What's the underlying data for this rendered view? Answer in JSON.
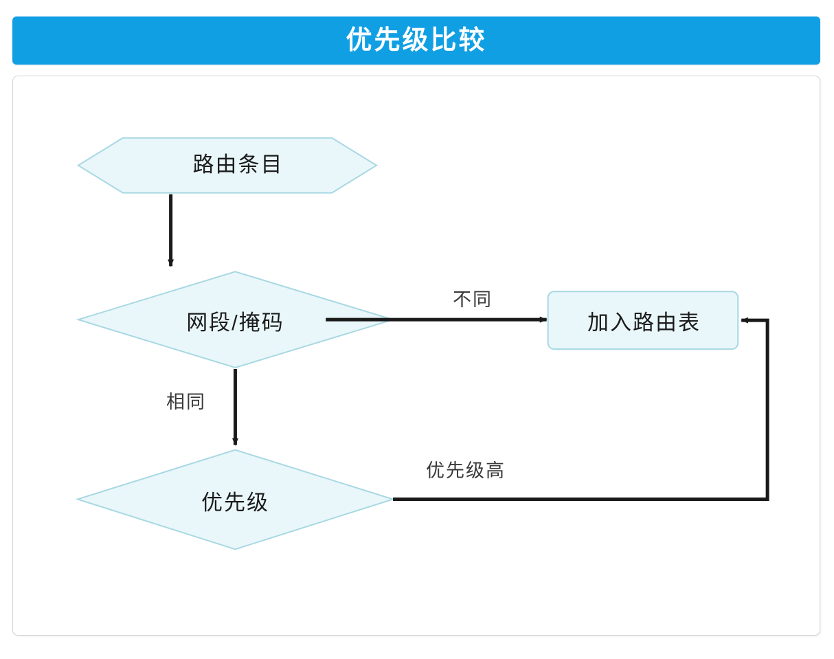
{
  "header": {
    "title": "优先级比较",
    "background_color": "#119fe4",
    "text_color": "#ffffff"
  },
  "panel": {
    "border_color": "#d4d4d4",
    "background_color": "#ffffff"
  },
  "diagram": {
    "type": "flowchart",
    "direction": "top-down",
    "node_fill_color": "#e9f7fa",
    "node_stroke_color": "#a8d8e3",
    "edge_color": "#1a1a1a",
    "nodes": [
      {
        "id": "start",
        "label": "路由条目",
        "shape": "hexagon"
      },
      {
        "id": "dec1",
        "label": "网段/掩码",
        "shape": "diamond"
      },
      {
        "id": "action",
        "label": "加入路由表",
        "shape": "rounded-rectangle"
      },
      {
        "id": "dec2",
        "label": "优先级",
        "shape": "diamond"
      }
    ],
    "edges": [
      {
        "from": "start",
        "to": "dec1",
        "label": ""
      },
      {
        "from": "dec1",
        "to": "action",
        "label": "不同"
      },
      {
        "from": "dec1",
        "to": "dec2",
        "label": "相同"
      },
      {
        "from": "dec2",
        "to": "action",
        "label": "优先级高"
      }
    ],
    "edge_labels": {
      "different": "不同",
      "same": "相同",
      "higher_priority": "优先级高"
    }
  }
}
